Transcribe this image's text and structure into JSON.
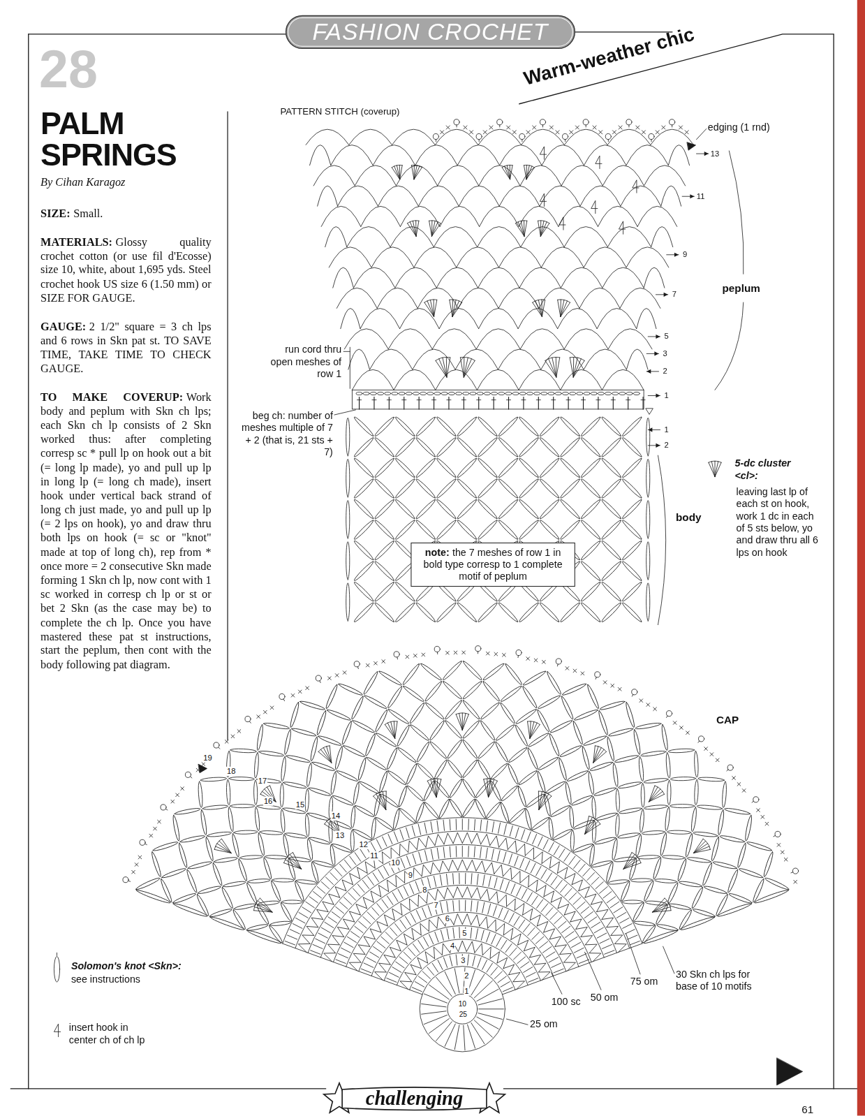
{
  "diagram": {
    "title": "PALM SPRINGS",
    "nodes": [
      {
        "text": [
          "FASHION CROCHET"
        ]
      },
      {
        "text": [
          "note:",
          "the 7 meshes of row 1 in bold type corresp to 1 complete motif of peplum"
        ]
      },
      {
        "text": [
          "challenging"
        ]
      }
    ],
    "labels": [
      "28",
      "By Cihan Karagoz",
      "SIZE:",
      "Small.",
      "MATERIALS:",
      "Glossy quality crochet cotton (or use fil d'Ecosse) size 10, white, about 1,695 yds. Steel crochet hook US size 6 (1.50 mm) or SIZE FOR GAUGE.",
      "GAUGE:",
      "2 1/2\" square = 3 ch lps and 6 rows in Skn pat st. TO SAVE TIME, TAKE TIME TO CHECK GAUGE.",
      "TO MAKE COVERUP:",
      "Work body and peplum with Skn ch lps; each Skn ch lp consists of 2 Skn worked thus: after completing corresp sc * pull lp on hook out a bit (= long lp made), yo and pull up lp in long lp (= long ch made), insert hook under vertical back strand of long ch just made, yo and pull up lp (= 2 lps on hook), yo and draw thru both lps on hook (= sc or \"knot\" made at top of long ch), rep from * once more = 2 consecutive Skn made forming 1 Skn ch lp, now cont with 1 sc worked in corresp ch lp or st or bet 2 Skn (as the case may be) to complete the ch lp. Once you have mastered these pat st instructions, start the peplum, then cont with the body following pat diagram.",
      "Warm-weather chic",
      "PATTERN STITCH (coverup)",
      "edging (1 rnd)",
      "13",
      "11",
      "9",
      "7",
      "5",
      "3",
      "2",
      "1",
      "1",
      "2",
      "peplum",
      "body",
      "run cord thru open meshes of row 1",
      "beg ch: number of meshes multiple of 7 + 2 (that is, 21 sts + 7)",
      "5-dc cluster <cl>:",
      "leaving last lp of each st on hook, work 1 dc in each of 5 sts below, yo and draw thru all 6 lps on hook",
      "CAP",
      "1",
      "2",
      "3",
      "4",
      "5",
      "6",
      "7",
      "8",
      "9",
      "10",
      "11",
      "12",
      "13",
      "14",
      "15",
      "16",
      "17",
      "18",
      "19",
      "10",
      "25",
      "100 sc",
      "50 om",
      "75 om",
      "25 om",
      "30 Skn ch lps for base of 10 motifs",
      "Solomon's knot <Skn>:",
      "see instructions",
      "insert hook in center ch of ch lp",
      "61"
    ]
  }
}
